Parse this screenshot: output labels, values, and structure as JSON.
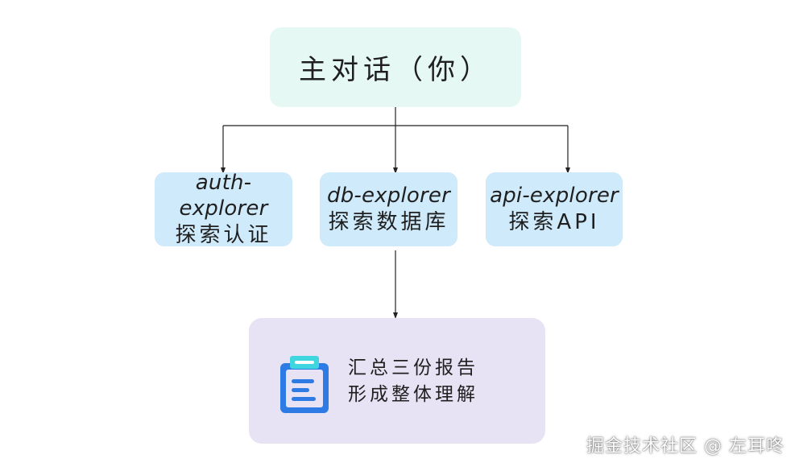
{
  "main": {
    "label": "主对话（你）",
    "bg_color": "#e6f8f4"
  },
  "explorers": [
    {
      "title": "auth-explorer",
      "desc": "探索认证"
    },
    {
      "title": "db-explorer",
      "desc": "探索数据库"
    },
    {
      "title": "api-explorer",
      "desc": "探索API"
    }
  ],
  "explorer_bg_color": "#cfeafb",
  "summary": {
    "line1": "汇总三份报告",
    "line2": "形成整体理解",
    "bg_color": "#e8e3f4",
    "icon": "clipboard-icon",
    "icon_color": "#2f7be6",
    "icon_accent_color": "#3fd6e0"
  },
  "watermark": "掘金技术社区 @ 左耳咚"
}
